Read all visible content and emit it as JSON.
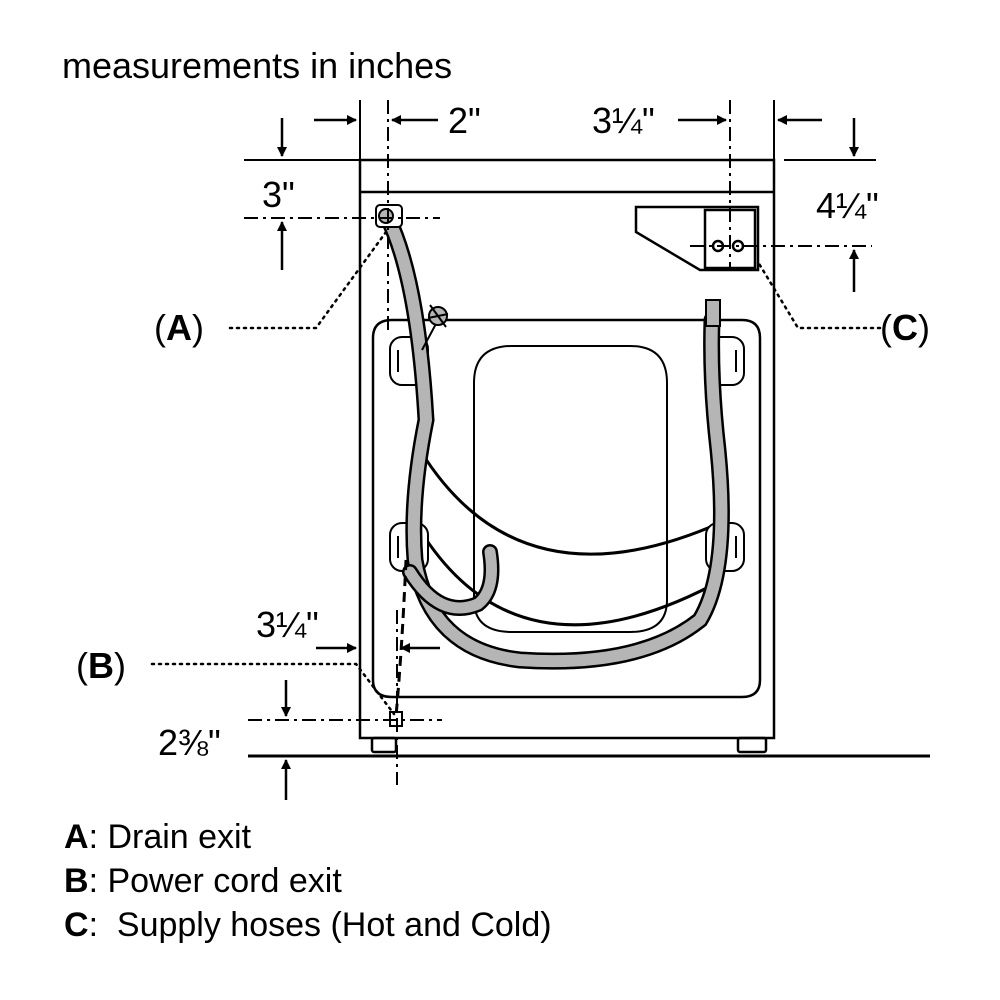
{
  "title": "measurements in inches",
  "dimensions": {
    "side_left": "2\"",
    "side_right": "3¼\"",
    "top_left": "3\"",
    "top_right": "4¼\"",
    "bottom_side": "3¼\"",
    "bottom_height": "2⅜\""
  },
  "callouts": {
    "a": "A",
    "b": "B",
    "c": "C"
  },
  "legend": [
    {
      "key": "A",
      "text": ": Drain exit"
    },
    {
      "key": "B",
      "text": ": Power cord exit"
    },
    {
      "key": "C",
      "text": ":  Supply hoses (Hot and Cold)"
    }
  ]
}
